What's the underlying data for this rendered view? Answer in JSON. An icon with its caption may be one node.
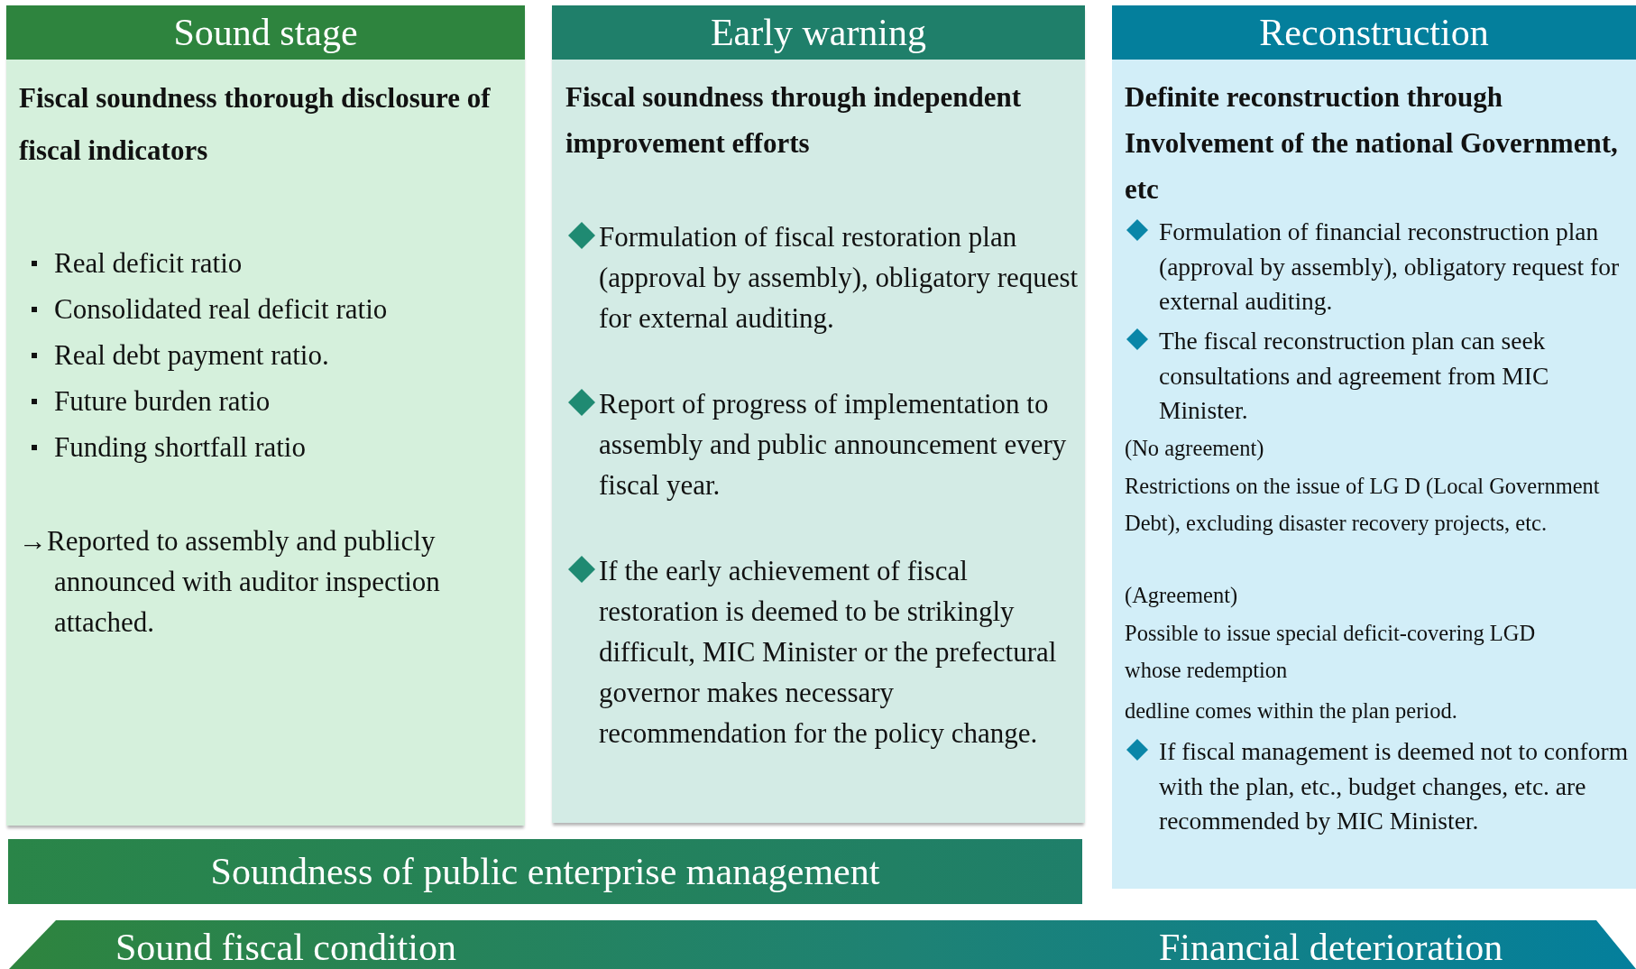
{
  "diagram": {
    "nodes": [
      {
        "text": [
          "Sound stage",
          "Fiscal soundness thorough disclosure of fiscal indicators",
          "Real deficit  ratio",
          "Consolidated real deficit ratio",
          "Real debt payment ratio.",
          "Future burden ratio",
          "Funding shortfall ratio",
          "→Reported to assembly and publicly announced with auditor inspection attached."
        ]
      },
      {
        "text": [
          "Early warning",
          "Fiscal soundness through independent improvement efforts",
          "Formulation of fiscal  restoration plan (approval by assembly), obligatory request for external auditing.",
          "Report of progress of implementation to assembly and public announcement every fiscal year.",
          "If the early achievement of fiscal restoration is deemed to be strikingly difficult, MIC Minister or the prefectural governor makes necessary recommendation for the policy change."
        ]
      },
      {
        "text": [
          "Reconstruction",
          "Definite reconstruction through Involvement of the national Government, etc",
          "Formulation of financial reconstruction plan (approval by assembly), obligatory request for external auditing.",
          "The fiscal reconstruction plan can seek consultations and agreement from MIC Minister.",
          "(No agreement)",
          "Restrictions on the issue of  LG D (Local Government Debt), excluding disaster recovery  projects, etc.",
          "(Agreement)",
          "Possible to issue special deficit-covering LGD whose redemption",
          "dedline comes within the plan period.",
          "If fiscal management is deemed not to conform with the plan, etc., budget changes, etc. are recommended by MIC Minister."
        ]
      },
      {
        "text": [
          "Soundness of public enterprise management"
        ]
      },
      {
        "text": [
          "Sound fiscal condition",
          "Financial deterioration"
        ]
      }
    ]
  }
}
